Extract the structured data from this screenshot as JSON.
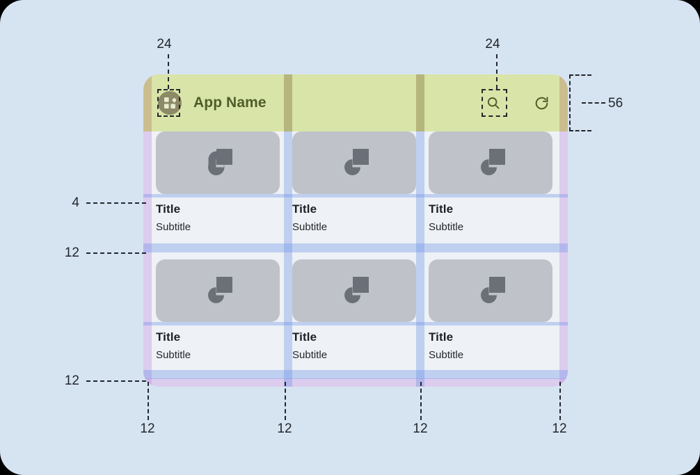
{
  "canvas": {
    "background": "#d6e4f2",
    "corner_radius": 34
  },
  "app": {
    "appbar": {
      "height_label": "56",
      "title": "App Name",
      "logo_icon": "app-grid-logo-icon",
      "actions": [
        {
          "name": "search",
          "icon": "search-icon"
        },
        {
          "name": "refresh",
          "icon": "refresh-icon"
        }
      ],
      "background": "#d9e4a8"
    },
    "grid": {
      "rows": [
        {
          "cards": [
            {
              "title": "Title",
              "subtitle": "Subtitle",
              "thumb_icon": "image-placeholder-icon"
            },
            {
              "title": "Title",
              "subtitle": "Subtitle",
              "thumb_icon": "image-placeholder-icon"
            },
            {
              "title": "Title",
              "subtitle": "Subtitle",
              "thumb_icon": "image-placeholder-icon"
            }
          ]
        },
        {
          "cards": [
            {
              "title": "Title",
              "subtitle": "Subtitle",
              "thumb_icon": "image-placeholder-icon"
            },
            {
              "title": "Title",
              "subtitle": "Subtitle",
              "thumb_icon": "image-placeholder-icon"
            },
            {
              "title": "Title",
              "subtitle": "Subtitle",
              "thumb_icon": "image-placeholder-icon"
            }
          ]
        }
      ]
    }
  },
  "annotations": {
    "top_left_touch_target": "24",
    "top_right_touch_target": "24",
    "appbar_height": "56",
    "title_top_gap": "4",
    "row_gap": "12",
    "bottom_margin": "12",
    "bottom_gutters": [
      "12",
      "12",
      "12",
      "12"
    ]
  },
  "colors": {
    "margin_overlay": "#ba82e1",
    "gutter_overlay": "#608ce8",
    "appbar_overlay": "#5f9632",
    "appbar_bg": "#d9e4a8",
    "appbar_text": "#4f5d29",
    "thumb_bg": "#bfc3c9",
    "card_bg": "#eef1f5"
  }
}
